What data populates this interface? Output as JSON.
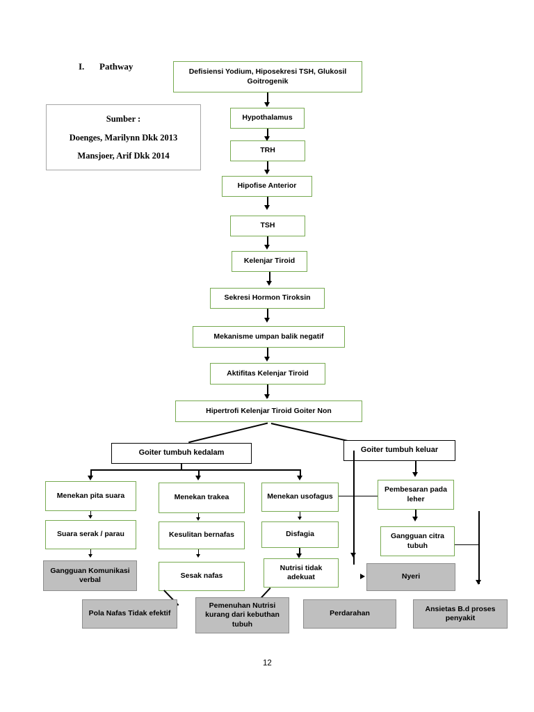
{
  "page": {
    "heading_number": "I.",
    "heading_label": "Pathway",
    "page_number": "12"
  },
  "source_box": {
    "title": "Sumber :",
    "line1": "Doenges, Marilynn Dkk 2013",
    "line2": "Mansjoer, Arif Dkk 2014"
  },
  "colors": {
    "process_border": "#76a94f",
    "decision_border": "#000000",
    "diagnosis_fill": "#bfbfbf",
    "diagnosis_border": "#8c8c8c",
    "connector": "#000000"
  },
  "nodes": {
    "etiology": "Defisiensi Yodium, Hiposekresi TSH, Glukosil Goitrogenik",
    "hypothalamus": "Hypothalamus",
    "trh": "TRH",
    "hipofise": "Hipofise Anterior",
    "tsh": "TSH",
    "kelenjar_tiroid": "Kelenjar Tiroid",
    "sekresi_tiroksin": "Sekresi Hormon Tiroksin",
    "umpan_balik": "Mekanisme umpan balik negatif",
    "aktifitas": "Aktifitas Kelenjar Tiroid",
    "hipertrofi": "Hipertrofi Kelenjar Tiroid Goiter Non",
    "goiter_kedalam": "Goiter tumbuh kedalam",
    "goiter_keluar": "Goiter tumbuh keluar",
    "menekan_pita_suara": "Menekan pita suara",
    "menekan_trakea": "Menekan trakea",
    "menekan_usofagus": "Menekan usofagus",
    "pembesaran_leher": "Pembesaran pada leher",
    "suara_serak": "Suara serak / parau",
    "kesulitan_bernafas": "Kesulitan bernafas",
    "disfagia": "Disfagia",
    "gangguan_citra": "Gangguan citra tubuh",
    "gangguan_komunikasi": "Gangguan Komunikasi verbal",
    "sesak_nafas": "Sesak nafas",
    "nutrisi_tidak_adekuat": "Nutrisi tidak adekuat",
    "nyeri": "Nyeri",
    "pola_nafas": "Pola Nafas Tidak efektif",
    "pemenuhan_nutrisi": "Pemenuhan Nutrisi kurang dari kebuthan tubuh",
    "perdarahan": "Perdarahan",
    "ansietas": "Ansietas B.d proses penyakit"
  }
}
